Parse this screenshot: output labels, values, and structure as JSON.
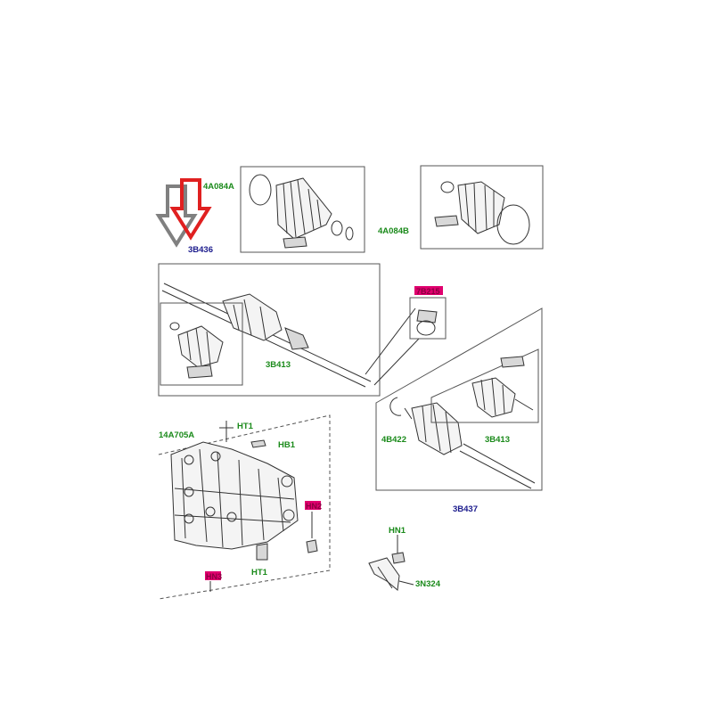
{
  "labels": {
    "cv_boot_kit_inner": "4A084A",
    "cv_boot_kit_outer": "4A084B",
    "left_driveshaft": "3B436",
    "right_driveshaft": "3B437",
    "outer_joint_left": "3B413",
    "outer_joint_right": "3B413",
    "circlip": "4B422",
    "bearing_bracket": "14A705A",
    "bolt_ht1_top": "HT1",
    "bolt_hb1": "HB1",
    "bolt_ht1_bottom": "HT1",
    "nut_hn1": "HN1",
    "heat_shield": "3N324",
    "grease_kit": "7B215",
    "nut_hn2": "HN2",
    "nut_hn3": "HN3"
  },
  "colors": {
    "green_label": "#1a8a1a",
    "blue_label": "#1a1a8c",
    "red_highlight": "#e0006e",
    "arrow_red": "#e02020",
    "arrow_grey": "#808080"
  },
  "annotations": {
    "pointer_arrow": "down-arrow-icon"
  }
}
